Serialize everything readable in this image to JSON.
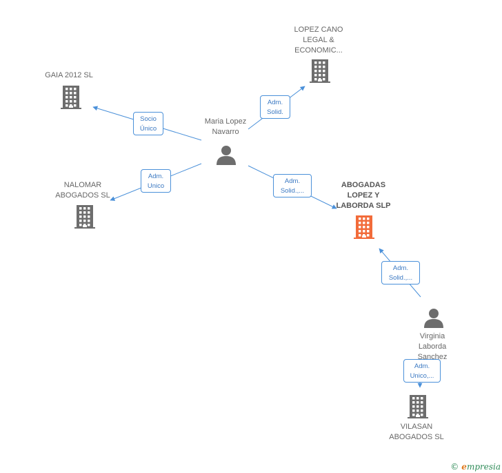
{
  "colors": {
    "edge": "#4a90d9",
    "building_default": "#6d6d6d",
    "building_focus": "#f26b3a",
    "person": "#6d6d6d"
  },
  "nodes": [
    {
      "id": "lopez_cano",
      "type": "company",
      "label": "LOPEZ CANO\nLEGAL &\nECONOMIC..."
    },
    {
      "id": "gaia",
      "type": "company",
      "label": "GAIA 2012 SL"
    },
    {
      "id": "maria",
      "type": "person",
      "label": "Maria Lopez\nNavarro"
    },
    {
      "id": "nalomar",
      "type": "company",
      "label": "NALOMAR\nABOGADOS SL"
    },
    {
      "id": "abogadas",
      "type": "company",
      "focus": true,
      "label": "ABOGADAS\nLOPEZ Y\nLABORDA SLP"
    },
    {
      "id": "virginia",
      "type": "person",
      "label": "Virginia\nLaborda\nSanchez"
    },
    {
      "id": "vilasan",
      "type": "company",
      "label": "VILASAN\nABOGADOS SL"
    }
  ],
  "edges": [
    {
      "from": "maria",
      "to": "gaia",
      "label": "Socio\nÚnico"
    },
    {
      "from": "maria",
      "to": "lopez_cano",
      "label": "Adm.\nSolid."
    },
    {
      "from": "maria",
      "to": "nalomar",
      "label": "Adm.\nUnico"
    },
    {
      "from": "maria",
      "to": "abogadas",
      "label": "Adm.\nSolid.,..."
    },
    {
      "from": "virginia",
      "to": "abogadas",
      "label": "Adm.\nSolid.,..."
    },
    {
      "from": "virginia",
      "to": "vilasan",
      "label": "Adm.\nUnico,..."
    }
  ],
  "footer": {
    "copyright": "©",
    "brand_e": "e",
    "brand_rest": "mpresia"
  }
}
